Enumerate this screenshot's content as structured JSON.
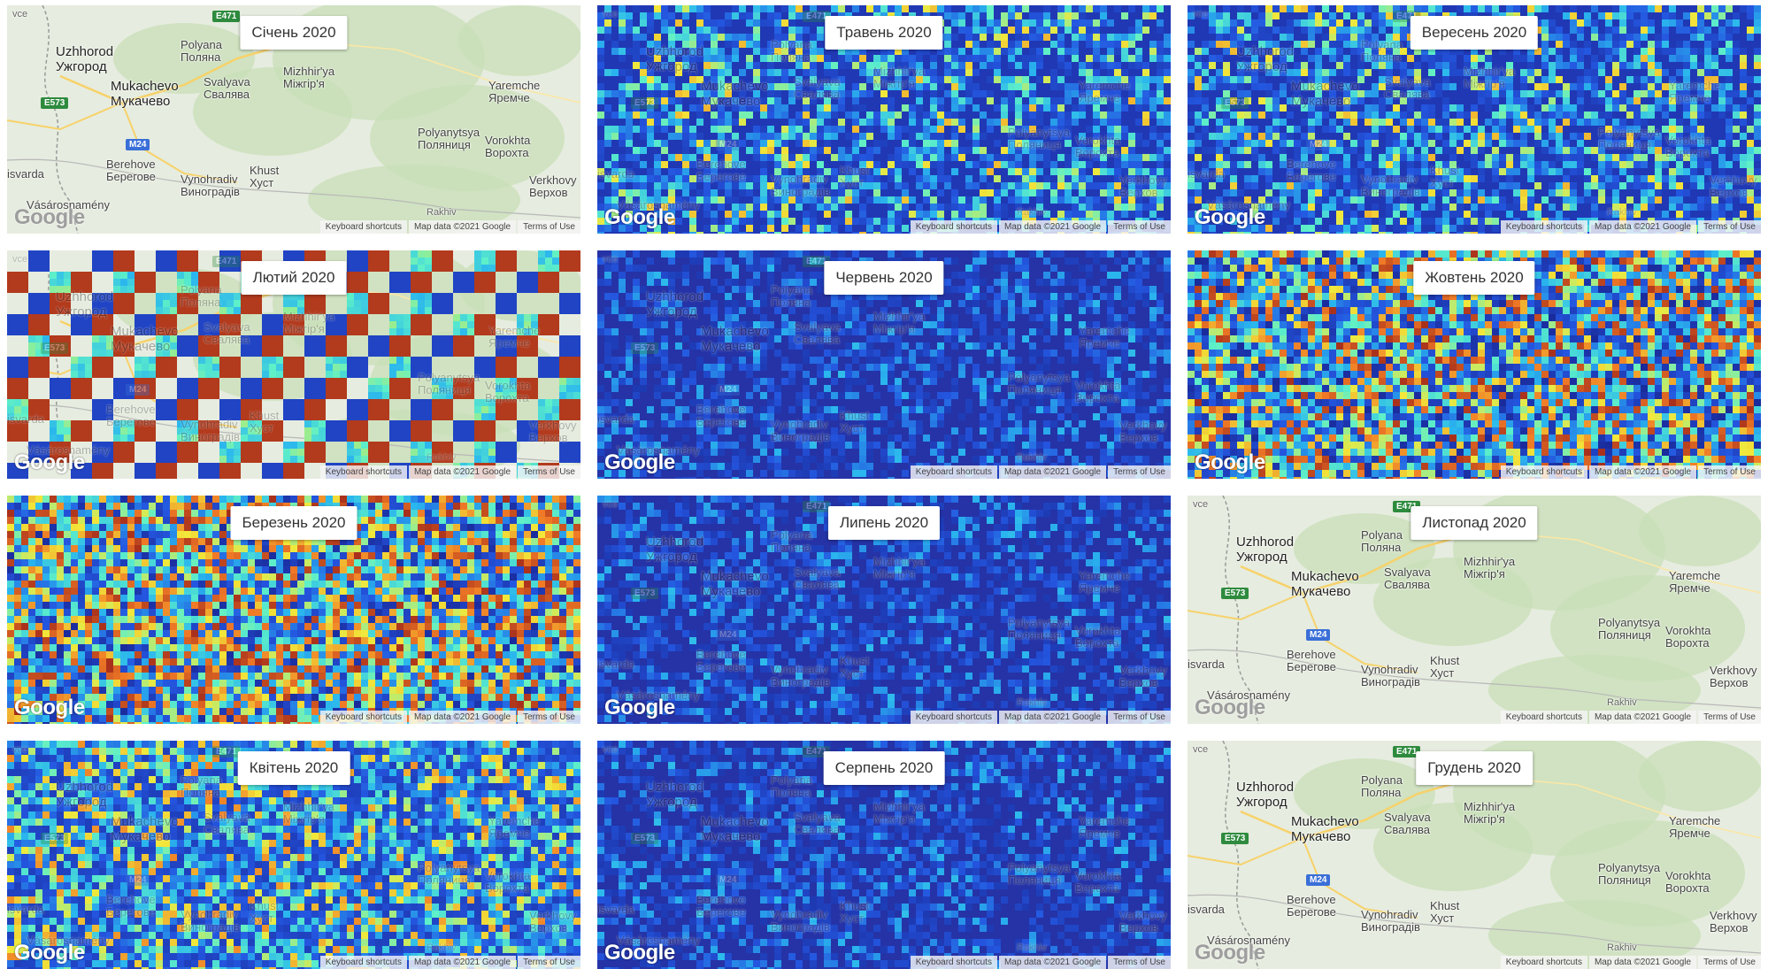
{
  "panels": [
    {
      "month": "Січень 2020",
      "style": "map"
    },
    {
      "month": "Травень 2020",
      "style": "blue_bright"
    },
    {
      "month": "Вересень 2020",
      "style": "blue_bright"
    },
    {
      "month": "Лютий 2020",
      "style": "red_patches"
    },
    {
      "month": "Червень 2020",
      "style": "blue_dark"
    },
    {
      "month": "Жовтень 2020",
      "style": "multi_color"
    },
    {
      "month": "Березень 2020",
      "style": "red_dense"
    },
    {
      "month": "Липень 2020",
      "style": "blue_dark"
    },
    {
      "month": "Листопад 2020",
      "style": "map"
    },
    {
      "month": "Квітень 2020",
      "style": "blue_mid"
    },
    {
      "month": "Серпень 2020",
      "style": "blue_dark"
    },
    {
      "month": "Грудень 2020",
      "style": "map"
    }
  ],
  "map_labels": {
    "uzhhorod": "Uzhhorod",
    "uzhhorod_uk": "Ужгород",
    "mukachevo": "Mukachevo",
    "mukachevo_uk": "Мукачево",
    "polyana": "Polyana",
    "polyana_uk": "Поляна",
    "svalyava": "Svalyava",
    "svalyava_uk": "Свалява",
    "mizhhirya": "Mizhhir'ya",
    "mizhhirya_uk": "Міжгір'я",
    "yaremche": "Yaremche",
    "yaremche_uk": "Яремче",
    "polyanytsya": "Polyanytsya",
    "polyanytsya_uk": "Поляниця",
    "vorokhta": "Vorokhta",
    "vorokhta_uk": "Ворохта",
    "berehove": "Berehove",
    "berehove_uk": "Берегове",
    "vynohradiv": "Vynohradiv",
    "vynohradiv_uk": "Виноградів",
    "khust": "Khust",
    "khust_uk": "Хуст",
    "verkhovyna": "Verkhovy",
    "verkhovyna_uk": "Верхов",
    "kisvarda": "isvarda",
    "vasarosnameny": "Vásárosnamény",
    "rakhiv": "Rakhiv",
    "vyce": "vce",
    "e471": "E471",
    "e573": "E573",
    "m24": "M24"
  },
  "attribution": {
    "google": "Google",
    "shortcuts": "Keyboard shortcuts",
    "map_data": "Map data ©2021 Google",
    "terms": "Terms of Use"
  },
  "colors": {
    "map_bg": "#e6ecdf",
    "map_green": "#c8dfb7",
    "heat_low": "#1e30a8",
    "heat_mid": "#2ad4e8",
    "heat_high": "#f4e22c",
    "heat_red": "#a8321e"
  }
}
